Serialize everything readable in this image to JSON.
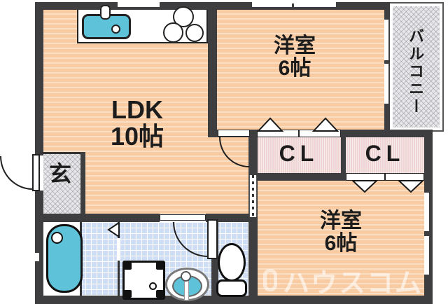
{
  "rooms": {
    "ldk": {
      "name": "LDK",
      "size": "10帖"
    },
    "bedroom_top": {
      "name": "洋室",
      "size": "6帖"
    },
    "bedroom_bottom": {
      "name": "洋室",
      "size": "6帖"
    },
    "closet_top": {
      "label": "CL"
    },
    "closet_bottom": {
      "label": "CL"
    },
    "entrance": {
      "label": "玄"
    },
    "balcony": {
      "label": "バルコニー"
    }
  },
  "watermark": {
    "text": "ハウスコム"
  },
  "fixtures": {
    "kitchen_sink": "kitchen-sink",
    "stove": "stove-burners",
    "bathtub": "bathtub",
    "washing_machine_pan": "washing-machine-pan",
    "washbasin": "washbasin",
    "toilet": "toilet"
  },
  "colors": {
    "wall": "#3e3e40",
    "room_fill": "#f8cba3",
    "room_stripe": "#fbdfc5",
    "closet_fill": "#eed4d3",
    "tile_fill": "#cfdef4",
    "hatch_fill": "#e7e7e9",
    "fixture_teal": "#5ec3d8",
    "text": "#1c1c1c"
  }
}
